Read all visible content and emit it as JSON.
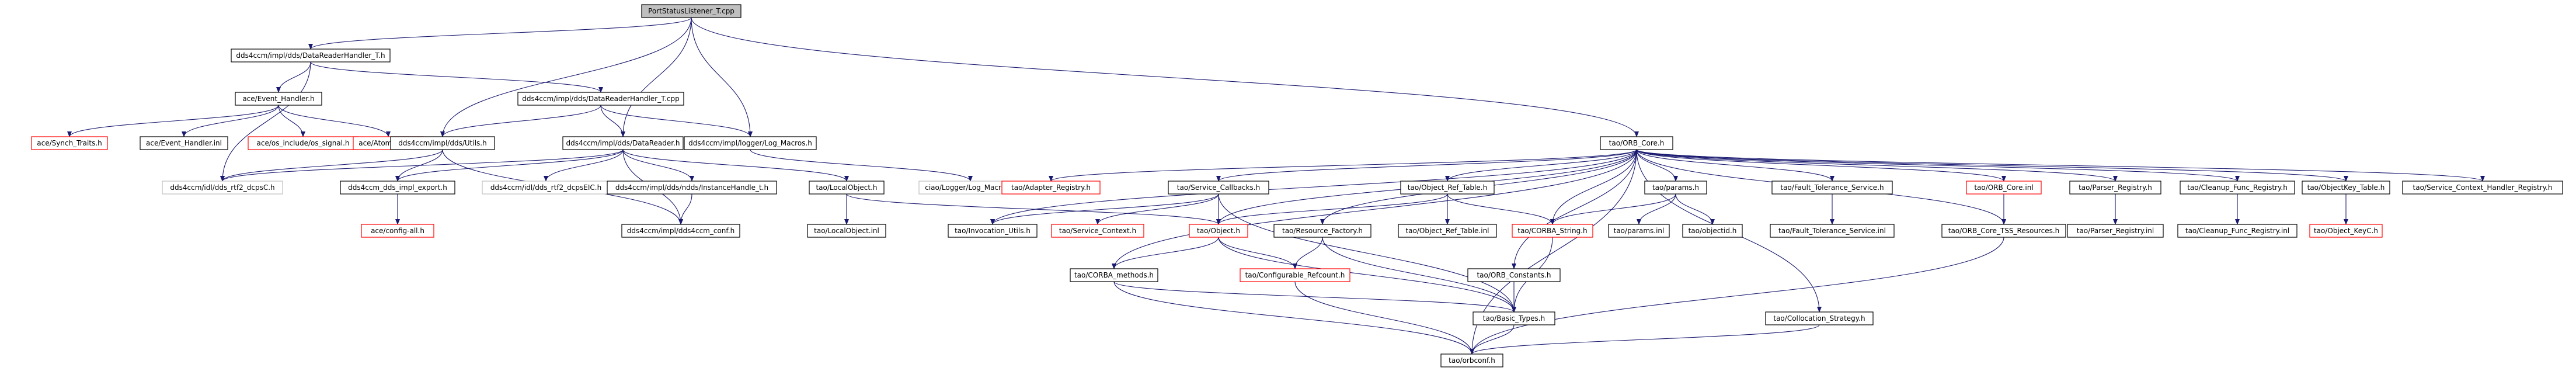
{
  "nodes": [
    {
      "id": "root",
      "label": "PortStatusListener_T.cpp",
      "style": "root"
    },
    {
      "id": "drh_h",
      "label": "dds4ccm/impl/dds/DataReaderHandler_T.h",
      "style": "normal"
    },
    {
      "id": "event_handler",
      "label": "ace/Event_Handler.h",
      "style": "normal"
    },
    {
      "id": "drh_cpp",
      "label": "dds4ccm/impl/dds/DataReaderHandler_T.cpp",
      "style": "normal"
    },
    {
      "id": "synch_traits",
      "label": "ace/Synch_Traits.h",
      "style": "red"
    },
    {
      "id": "event_handler_inl",
      "label": "ace/Event_Handler.inl",
      "style": "normal"
    },
    {
      "id": "os_signal",
      "label": "ace/os_include/os_signal.h",
      "style": "red"
    },
    {
      "id": "atomic_op",
      "label": "ace/Atomic_Op.h",
      "style": "red"
    },
    {
      "id": "utils",
      "label": "dds4ccm/impl/dds/Utils.h",
      "style": "normal"
    },
    {
      "id": "datareader",
      "label": "dds4ccm/impl/dds/DataReader.h",
      "style": "normal"
    },
    {
      "id": "log_macros",
      "label": "dds4ccm/impl/logger/Log_Macros.h",
      "style": "normal"
    },
    {
      "id": "orb_core",
      "label": "tao/ORB_Core.h",
      "style": "normal"
    },
    {
      "id": "dcpsc_h",
      "label": "dds4ccm/idl/dds_rtf2_dcpsC.h",
      "style": "grey"
    },
    {
      "id": "impl_export",
      "label": "dds4ccm_dds_impl_export.h",
      "style": "normal"
    },
    {
      "id": "dcpseic",
      "label": "dds4ccm/idl/dds_rtf2_dcpsEIC.h",
      "style": "grey"
    },
    {
      "id": "instancehandle",
      "label": "dds4ccm/impl/dds/ndds/InstanceHandle_t.h",
      "style": "normal"
    },
    {
      "id": "localobject_h",
      "label": "tao/LocalObject.h",
      "style": "normal"
    },
    {
      "id": "ciao_logger",
      "label": "ciao/Logger/Log_Macros.h",
      "style": "grey"
    },
    {
      "id": "config_all",
      "label": "ace/config-all.h",
      "style": "red"
    },
    {
      "id": "dds4ccm_conf",
      "label": "dds4ccm/impl/dds4ccm_conf.h",
      "style": "normal"
    },
    {
      "id": "localobject_inl",
      "label": "tao/LocalObject.inl",
      "style": "normal"
    },
    {
      "id": "adapter_registry",
      "label": "tao/Adapter_Registry.h",
      "style": "red"
    },
    {
      "id": "service_callbacks",
      "label": "tao/Service_Callbacks.h",
      "style": "normal"
    },
    {
      "id": "object_ref_table",
      "label": "tao/Object_Ref_Table.h",
      "style": "normal"
    },
    {
      "id": "params_h",
      "label": "tao/params.h",
      "style": "normal"
    },
    {
      "id": "fault_tolerance",
      "label": "tao/Fault_Tolerance_Service.h",
      "style": "normal"
    },
    {
      "id": "orb_core_inl",
      "label": "tao/ORB_Core.inl",
      "style": "red"
    },
    {
      "id": "parser_registry",
      "label": "tao/Parser_Registry.h",
      "style": "normal"
    },
    {
      "id": "cleanup_func",
      "label": "tao/Cleanup_Func_Registry.h",
      "style": "normal"
    },
    {
      "id": "objectkey_table",
      "label": "tao/ObjectKey_Table.h",
      "style": "normal"
    },
    {
      "id": "service_context_handler",
      "label": "tao/Service_Context_Handler_Registry.h",
      "style": "normal"
    },
    {
      "id": "invocation_utils",
      "label": "tao/Invocation_Utils.h",
      "style": "normal"
    },
    {
      "id": "service_context",
      "label": "tao/Service_Context.h",
      "style": "red"
    },
    {
      "id": "object_h",
      "label": "tao/Object.h",
      "style": "red"
    },
    {
      "id": "resource_factory",
      "label": "tao/Resource_Factory.h",
      "style": "normal"
    },
    {
      "id": "object_ref_table_inl",
      "label": "tao/Object_Ref_Table.inl",
      "style": "normal"
    },
    {
      "id": "corba_string",
      "label": "tao/CORBA_String.h",
      "style": "red"
    },
    {
      "id": "params_inl",
      "label": "tao/params.inl",
      "style": "normal"
    },
    {
      "id": "objectid",
      "label": "tao/objectid.h",
      "style": "normal"
    },
    {
      "id": "fault_tolerance_inl",
      "label": "tao/Fault_Tolerance_Service.inl",
      "style": "normal"
    },
    {
      "id": "orb_core_tss",
      "label": "tao/ORB_Core_TSS_Resources.h",
      "style": "normal"
    },
    {
      "id": "parser_registry_inl",
      "label": "tao/Parser_Registry.inl",
      "style": "normal"
    },
    {
      "id": "cleanup_func_inl",
      "label": "tao/Cleanup_Func_Registry.inl",
      "style": "normal"
    },
    {
      "id": "object_keyc",
      "label": "tao/Object_KeyC.h",
      "style": "red"
    },
    {
      "id": "corba_methods",
      "label": "tao/CORBA_methods.h",
      "style": "normal"
    },
    {
      "id": "configurable_refcount",
      "label": "tao/Configurable_Refcount.h",
      "style": "red"
    },
    {
      "id": "orb_constants",
      "label": "tao/ORB_Constants.h",
      "style": "normal"
    },
    {
      "id": "basic_types",
      "label": "tao/Basic_Types.h",
      "style": "normal"
    },
    {
      "id": "collocation_strategy",
      "label": "tao/Collocation_Strategy.h",
      "style": "normal"
    },
    {
      "id": "orbconf",
      "label": "tao/orbconf.h",
      "style": "normal"
    }
  ],
  "edges": [
    [
      "root",
      "drh_h"
    ],
    [
      "root",
      "utils"
    ],
    [
      "root",
      "datareader"
    ],
    [
      "root",
      "log_macros"
    ],
    [
      "root",
      "orb_core"
    ],
    [
      "drh_h",
      "event_handler"
    ],
    [
      "drh_h",
      "drh_cpp"
    ],
    [
      "drh_h",
      "dcpsc_h"
    ],
    [
      "event_handler",
      "synch_traits"
    ],
    [
      "event_handler",
      "event_handler_inl"
    ],
    [
      "event_handler",
      "os_signal"
    ],
    [
      "event_handler",
      "atomic_op"
    ],
    [
      "drh_cpp",
      "utils"
    ],
    [
      "drh_cpp",
      "datareader"
    ],
    [
      "drh_cpp",
      "log_macros"
    ],
    [
      "utils",
      "dcpsc_h"
    ],
    [
      "utils",
      "impl_export"
    ],
    [
      "utils",
      "dds4ccm_conf"
    ],
    [
      "datareader",
      "dcpsc_h"
    ],
    [
      "datareader",
      "impl_export"
    ],
    [
      "datareader",
      "dcpseic"
    ],
    [
      "datareader",
      "instancehandle"
    ],
    [
      "datareader",
      "localobject_h"
    ],
    [
      "datareader",
      "dds4ccm_conf"
    ],
    [
      "log_macros",
      "ciao_logger"
    ],
    [
      "impl_export",
      "config_all"
    ],
    [
      "instancehandle",
      "dds4ccm_conf"
    ],
    [
      "localobject_h",
      "localobject_inl"
    ],
    [
      "localobject_h",
      "object_h"
    ],
    [
      "orb_core",
      "adapter_registry"
    ],
    [
      "orb_core",
      "service_callbacks"
    ],
    [
      "orb_core",
      "object_ref_table"
    ],
    [
      "orb_core",
      "params_h"
    ],
    [
      "orb_core",
      "fault_tolerance"
    ],
    [
      "orb_core",
      "orb_core_inl"
    ],
    [
      "orb_core",
      "parser_registry"
    ],
    [
      "orb_core",
      "cleanup_func"
    ],
    [
      "orb_core",
      "objectkey_table"
    ],
    [
      "orb_core",
      "service_context_handler"
    ],
    [
      "orb_core",
      "invocation_utils"
    ],
    [
      "orb_core",
      "object_h"
    ],
    [
      "orb_core",
      "resource_factory"
    ],
    [
      "orb_core",
      "corba_string"
    ],
    [
      "orb_core",
      "orb_core_tss"
    ],
    [
      "orb_core",
      "orb_constants"
    ],
    [
      "orb_core",
      "collocation_strategy"
    ],
    [
      "orb_core",
      "orbconf"
    ],
    [
      "orb_core",
      "corba_methods"
    ],
    [
      "service_callbacks",
      "invocation_utils"
    ],
    [
      "service_callbacks",
      "service_context"
    ],
    [
      "service_callbacks",
      "object_h"
    ],
    [
      "service_callbacks",
      "basic_types"
    ],
    [
      "object_ref_table",
      "object_ref_table_inl"
    ],
    [
      "object_ref_table",
      "corba_string"
    ],
    [
      "object_ref_table",
      "object_h"
    ],
    [
      "params_h",
      "corba_string"
    ],
    [
      "params_h",
      "params_inl"
    ],
    [
      "params_h",
      "objectid"
    ],
    [
      "fault_tolerance",
      "fault_tolerance_inl"
    ],
    [
      "orb_core_inl",
      "orb_core_tss"
    ],
    [
      "parser_registry",
      "parser_registry_inl"
    ],
    [
      "cleanup_func",
      "cleanup_func_inl"
    ],
    [
      "objectkey_table",
      "object_keyc"
    ],
    [
      "object_h",
      "corba_methods"
    ],
    [
      "object_h",
      "configurable_refcount"
    ],
    [
      "object_h",
      "basic_types"
    ],
    [
      "resource_factory",
      "configurable_refcount"
    ],
    [
      "resource_factory",
      "basic_types"
    ],
    [
      "corba_string",
      "basic_types"
    ],
    [
      "orb_constants",
      "basic_types"
    ],
    [
      "corba_methods",
      "basic_types"
    ],
    [
      "corba_methods",
      "orbconf"
    ],
    [
      "configurable_refcount",
      "orbconf"
    ],
    [
      "basic_types",
      "orbconf"
    ],
    [
      "collocation_strategy",
      "orbconf"
    ],
    [
      "orb_core_tss",
      "orbconf"
    ]
  ]
}
